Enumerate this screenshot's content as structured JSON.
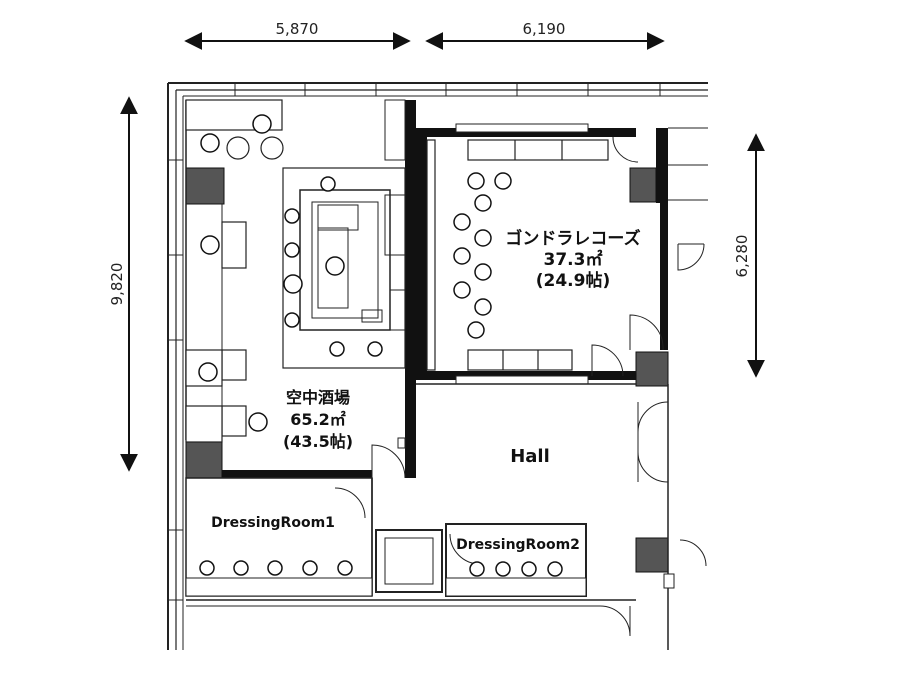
{
  "dimensions": {
    "top_left": "5,870",
    "top_right": "6,190",
    "left": "9,820",
    "right": "6,280"
  },
  "rooms": {
    "sky_bar": {
      "name": "空中酒場",
      "area": "65.2㎡",
      "tatami": "(43.5帖)"
    },
    "gondola": {
      "name": "ゴンドラレコーズ",
      "area": "37.3㎡",
      "tatami": "(24.9帖)"
    },
    "hall": {
      "name": "Hall"
    },
    "dressing1": {
      "name": "DressingRoom1"
    },
    "dressing2": {
      "name": "DressingRoom2"
    }
  },
  "colors": {
    "wall": "#111111",
    "column": "#555555",
    "line": "#222222"
  }
}
